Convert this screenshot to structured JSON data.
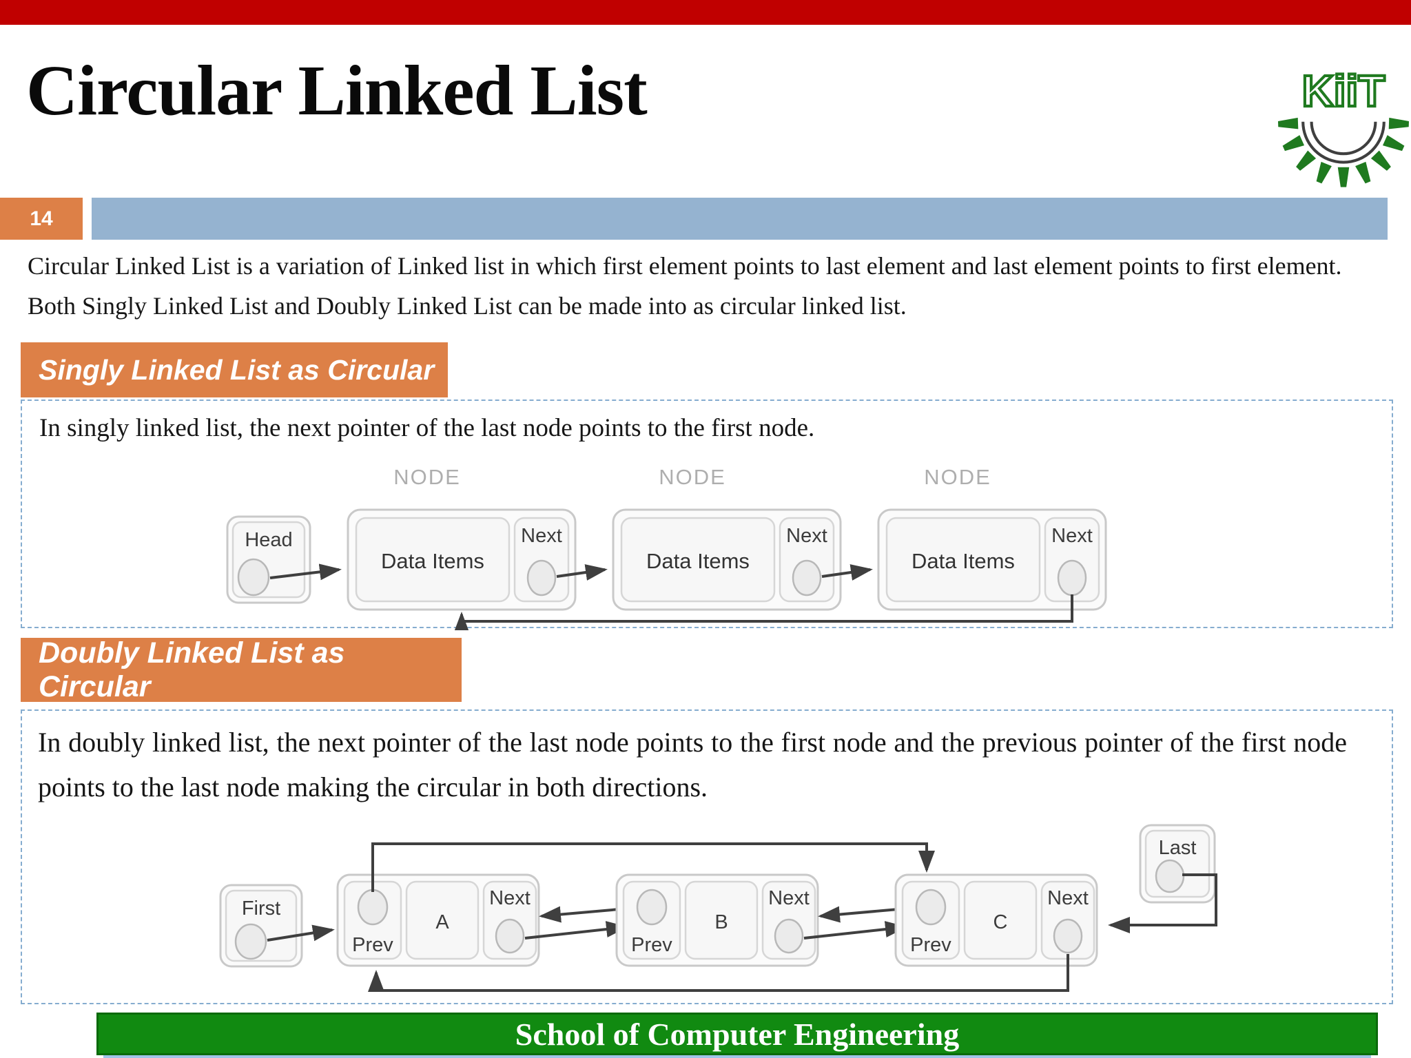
{
  "page": {
    "title": "Circular Linked List",
    "slide_number": "14"
  },
  "logo": {
    "text": "KiiT"
  },
  "intro": {
    "text": "Circular Linked List is a variation of Linked list in which first element points to last element and last element points to first element. Both Singly Linked List and Doubly Linked List can be made into as circular linked list."
  },
  "sections": [
    {
      "badge": "Singly Linked List as Circular",
      "description": "In singly linked list, the next pointer of the last node points to the first node."
    },
    {
      "badge": "Doubly Linked List as Circular",
      "description": "In doubly linked list, the next pointer of the last node points to the first node and the previous pointer of the first node points to the last node making the circular in both directions."
    }
  ],
  "singly_diagram": {
    "node_caption": "NODE",
    "head_label": "Head",
    "data_label": "Data Items",
    "next_label": "Next"
  },
  "doubly_diagram": {
    "first_label": "First",
    "last_label": "Last",
    "prev_label": "Prev",
    "next_label": "Next",
    "nodes": [
      "A",
      "B",
      "C"
    ]
  },
  "footer": {
    "text": "School of Computer Engineering"
  },
  "colors": {
    "top_bar_red": "#C00000",
    "accent_orange": "#DD8047",
    "band_blue": "#95B3D0",
    "dashed_border_blue": "#85ACCF",
    "footer_green": "#118A11",
    "logo_green": "#1F7A1F"
  }
}
